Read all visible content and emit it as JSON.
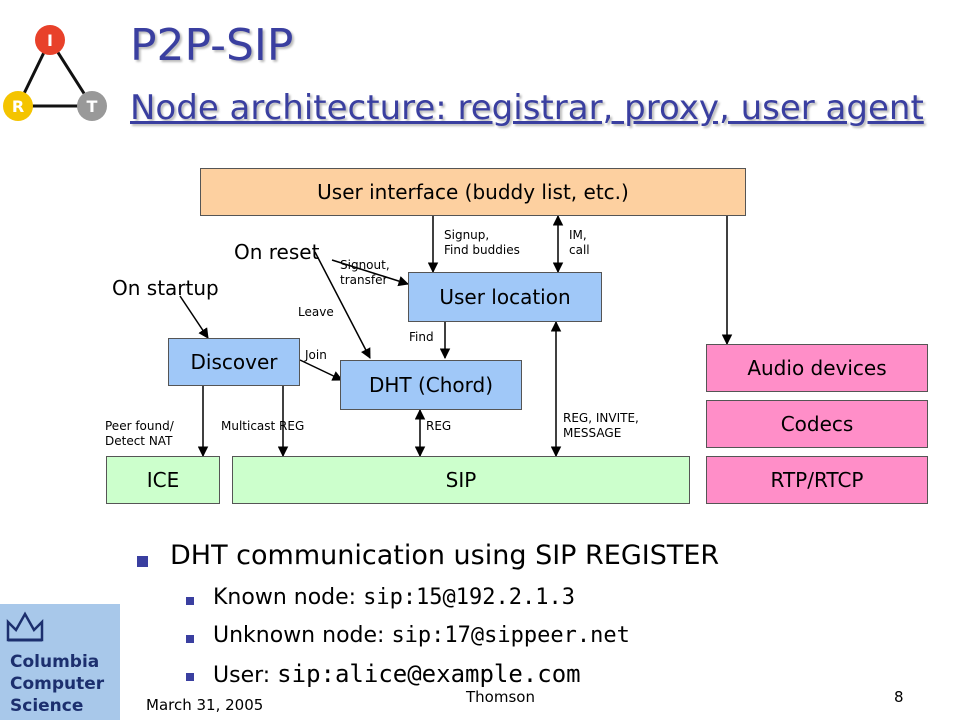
{
  "title": {
    "line1": "P2P-SIP",
    "line2": "Node architecture: registrar, proxy, user agent"
  },
  "logo": {
    "top": "I",
    "left": "R",
    "right": "T",
    "colors": {
      "top": "#e8412a",
      "left": "#f4c400",
      "right": "#999999"
    }
  },
  "diagram": {
    "boxes": {
      "user_interface": "User interface (buddy list, etc.)",
      "user_location": "User location",
      "discover": "Discover",
      "dht": "DHT (Chord)",
      "audio_devices": "Audio devices",
      "codecs": "Codecs",
      "ice": "ICE",
      "sip": "SIP",
      "rtp": "RTP/RTCP"
    },
    "labels": {
      "on_reset": "On reset",
      "on_startup": "On startup",
      "signup": "Signup,\nFind buddies",
      "im_call": "IM,\ncall",
      "signout": "Signout,\ntransfer",
      "leave": "Leave",
      "find": "Find",
      "join": "Join",
      "peer_found": "Peer found/\nDetect NAT",
      "multicast_reg": "Multicast REG",
      "reg": "REG",
      "reg_invite": "REG, INVITE,\nMESSAGE"
    },
    "colors": {
      "user_interface": "#fdd0a0",
      "user_location": "#a0c8f8",
      "discover": "#a0c8f8",
      "dht": "#a0c8f8",
      "pink": "#ff8ec8",
      "green": "#ccffcc"
    }
  },
  "bullets": {
    "main": "DHT communication using SIP REGISTER",
    "items": [
      {
        "label": "Known node: ",
        "value": "sip:15@192.2.1.3"
      },
      {
        "label": "Unknown node: ",
        "value": "sip:17@sippeer.net"
      },
      {
        "label": "User: ",
        "value": "sip:alice@example.com"
      }
    ]
  },
  "footer": {
    "date": "March 31, 2005",
    "author": "Thomson",
    "page": "8",
    "dept_logo": [
      "Columbia",
      "Computer",
      "Science"
    ]
  }
}
